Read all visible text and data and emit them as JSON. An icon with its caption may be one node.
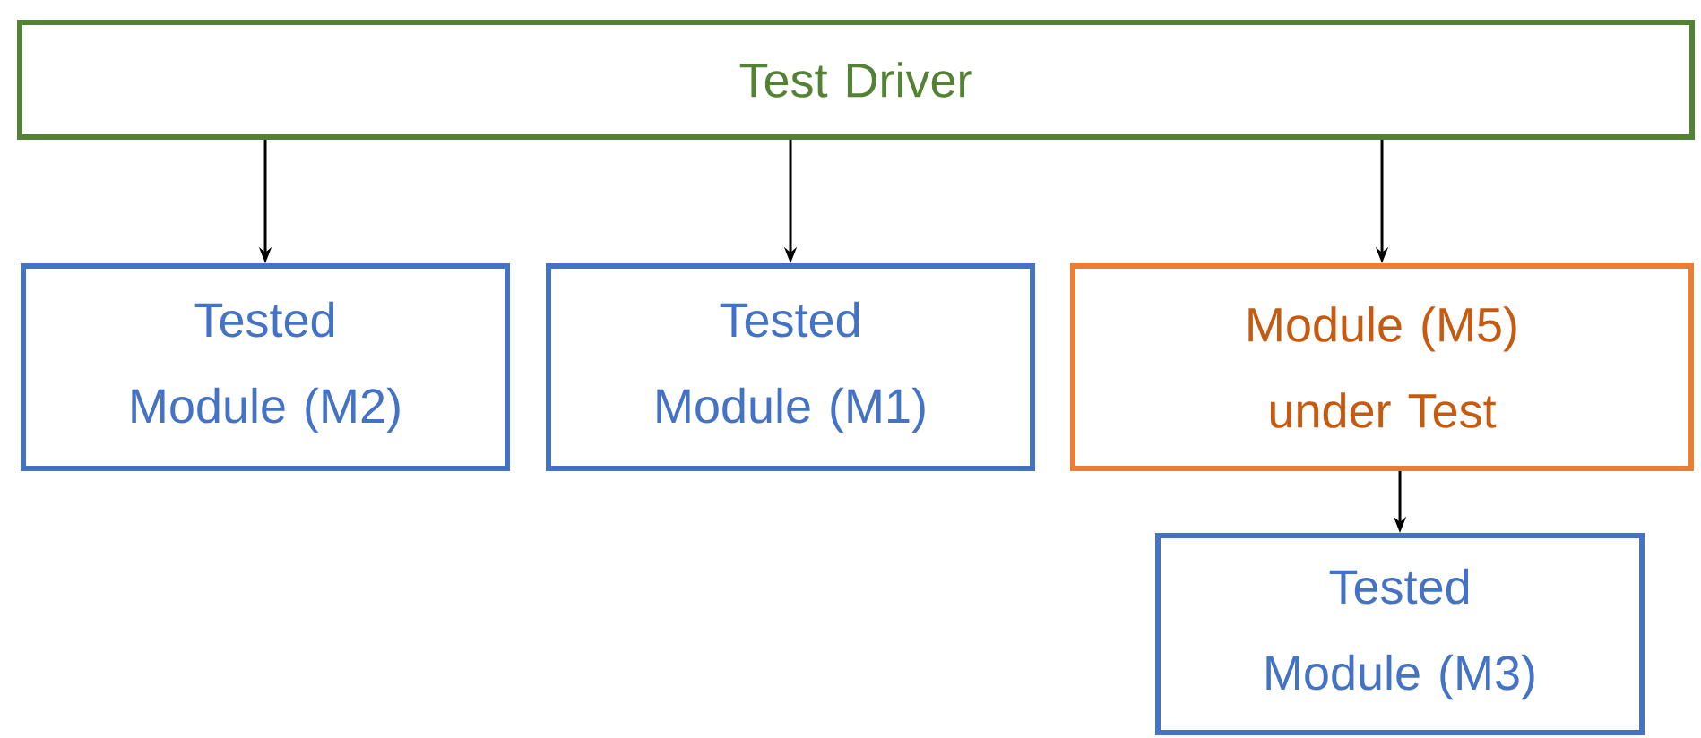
{
  "diagram": {
    "nodes": [
      {
        "text": [
          "Test Driver"
        ]
      },
      {
        "text": [
          "Tested Module (M2)"
        ]
      },
      {
        "text": [
          "Tested Module (M1)"
        ]
      },
      {
        "text": [
          "Module (M5) under Test"
        ]
      },
      {
        "text": [
          "Tested Module (M3)"
        ]
      }
    ],
    "edges": [
      {
        "from": 0,
        "to": 1,
        "arrow": "to"
      },
      {
        "from": 0,
        "to": 2,
        "arrow": "to"
      },
      {
        "from": 0,
        "to": 3,
        "arrow": "to"
      },
      {
        "from": 3,
        "to": 4,
        "arrow": "to"
      }
    ]
  }
}
